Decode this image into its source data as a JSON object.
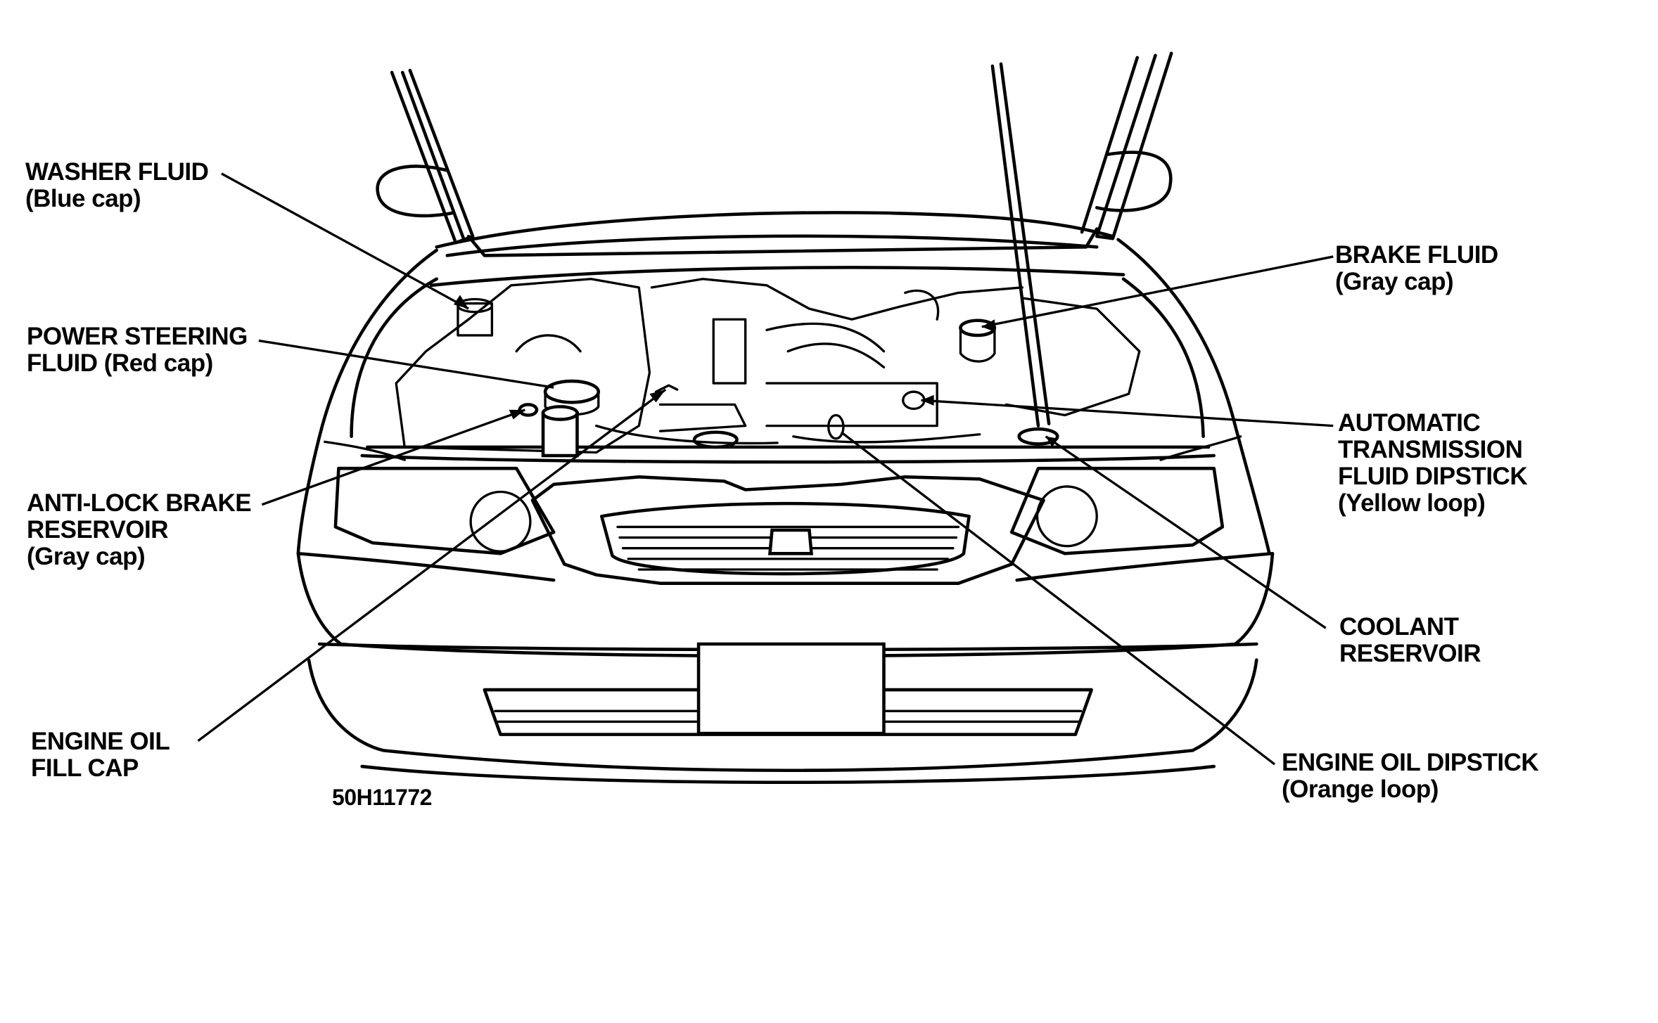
{
  "labels": {
    "washer_fluid": {
      "line1": "WASHER FLUID",
      "line2": "(Blue cap)"
    },
    "power_steering": {
      "line1": "POWER STEERING",
      "line2": "FLUID (Red cap)"
    },
    "anti_lock": {
      "line1": "ANTI-LOCK BRAKE",
      "line2": "RESERVOIR",
      "line3": "(Gray cap)"
    },
    "engine_oil_fill": {
      "line1": "ENGINE OIL",
      "line2": "FILL CAP"
    },
    "brake_fluid": {
      "line1": "BRAKE FLUID",
      "line2": "(Gray cap)"
    },
    "atf_dipstick": {
      "line1": "AUTOMATIC",
      "line2": "TRANSMISSION",
      "line3": "FLUID DIPSTICK",
      "line4": "(Yellow loop)"
    },
    "coolant": {
      "line1": "COOLANT",
      "line2": "RESERVOIR"
    },
    "engine_oil_dipstick": {
      "line1": "ENGINE OIL DIPSTICK",
      "line2": "(Orange loop)"
    }
  },
  "figure_code": "50H11772",
  "colors": {
    "ink": "#000000",
    "paper": "#ffffff"
  }
}
